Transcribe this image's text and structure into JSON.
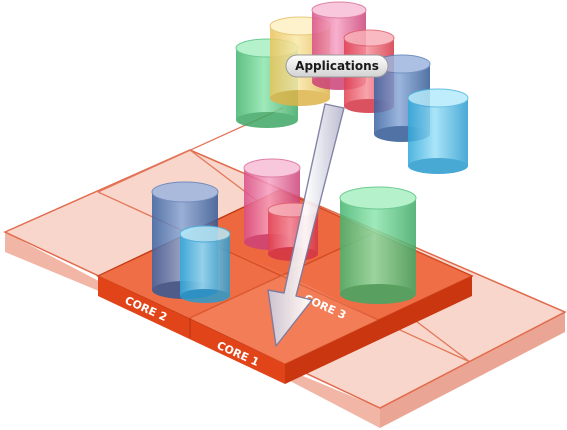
{
  "labels": {
    "applications": "Applications",
    "core1": "CORE 1",
    "core2": "CORE 2",
    "core3": "CORE 3"
  },
  "colors": {
    "core_active": "#e84a1a",
    "core_idle": "#f6c9bd",
    "cylinders": [
      "#5fcf8a",
      "#f5d77c",
      "#e96a9a",
      "#ef5a6a",
      "#4a78b8",
      "#4cc0ea"
    ]
  },
  "icons": [
    "cylinder-icon",
    "arrow-down-icon"
  ]
}
